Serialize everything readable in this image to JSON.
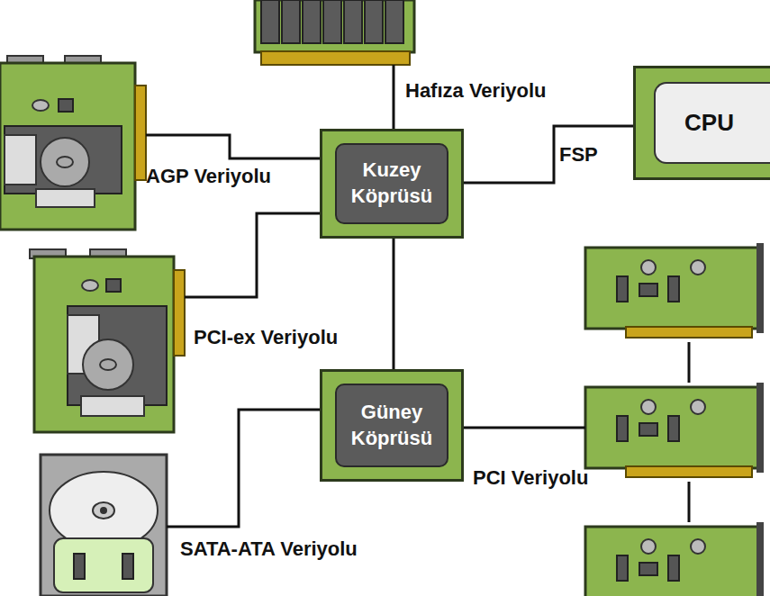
{
  "diagram": {
    "nodes": [
      {
        "text": [
          "Kuzey Köprüsü"
        ]
      },
      {
        "text": [
          "CPU"
        ]
      },
      {
        "text": [
          "Güney Köprüsü"
        ]
      }
    ],
    "edges": [
      {
        "from": 1,
        "to": 0,
        "label": "FSP",
        "arrow": "none"
      },
      {
        "from": 0,
        "to": 2,
        "arrow": "none"
      }
    ],
    "labels": [
      "Hafıza Veriyolu",
      "AGP Veriyolu",
      "PCI-ex Veriyolu",
      "PCI Veriyolu",
      "SATA-ATA Veriyolu"
    ]
  }
}
